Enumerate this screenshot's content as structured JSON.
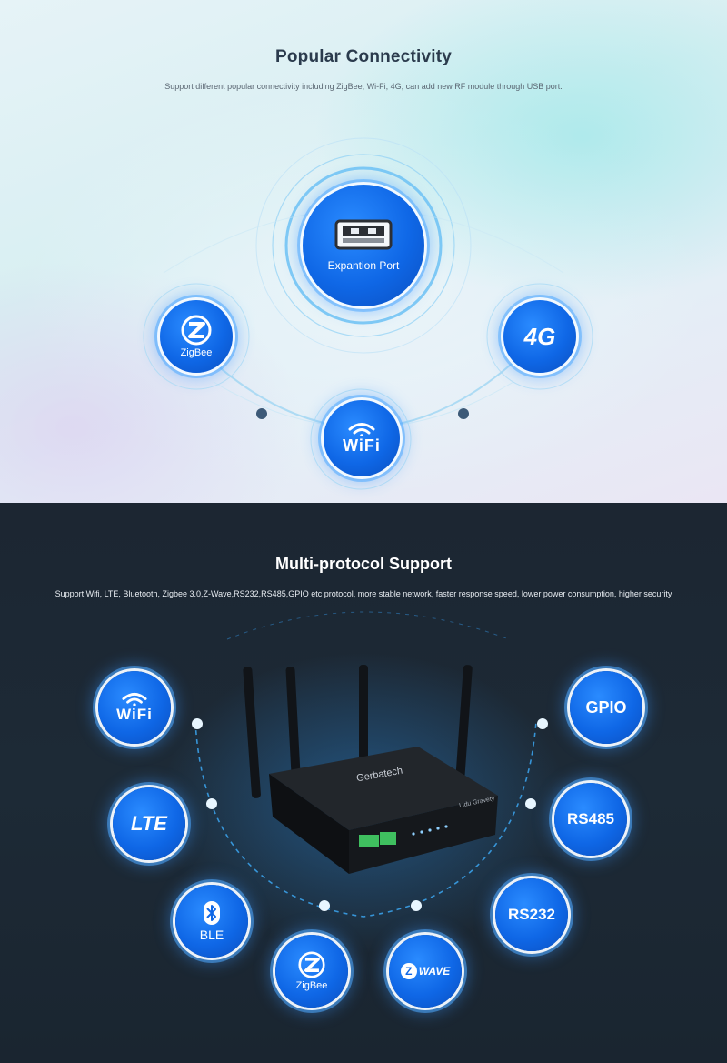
{
  "section1": {
    "title": "Popular Connectivity",
    "subtitle": "Support different popular connectivity including ZigBee, Wi-Fi, 4G, can add new RF module through USB port.",
    "nodes": {
      "expansion": "Expantion Port",
      "zigbee": "ZigBee",
      "fourg": "4G",
      "wifi": "WiFi"
    }
  },
  "section2": {
    "title": "Multi-protocol Support",
    "subtitle": "Support Wifi, LTE, Bluetooth, Zigbee 3.0,Z-Wave,RS232,RS485,GPIO etc protocol, more stable network, faster response speed, lower power consumption, higher security",
    "nodes": {
      "wifi": "WiFi",
      "lte": "LTE",
      "ble": "BLE",
      "zigbee": "ZigBee",
      "zwave": "WAVE",
      "zwave_z": "Z",
      "rs232": "RS232",
      "rs485": "RS485",
      "gpio": "GPIO"
    },
    "router": {
      "brand": "Gerbatech",
      "label": "Lidu Gravety"
    }
  },
  "colors": {
    "accent_blue": "#0f67e6",
    "glow_blue": "#4fb0ff",
    "dark_bg": "#1c2733"
  }
}
